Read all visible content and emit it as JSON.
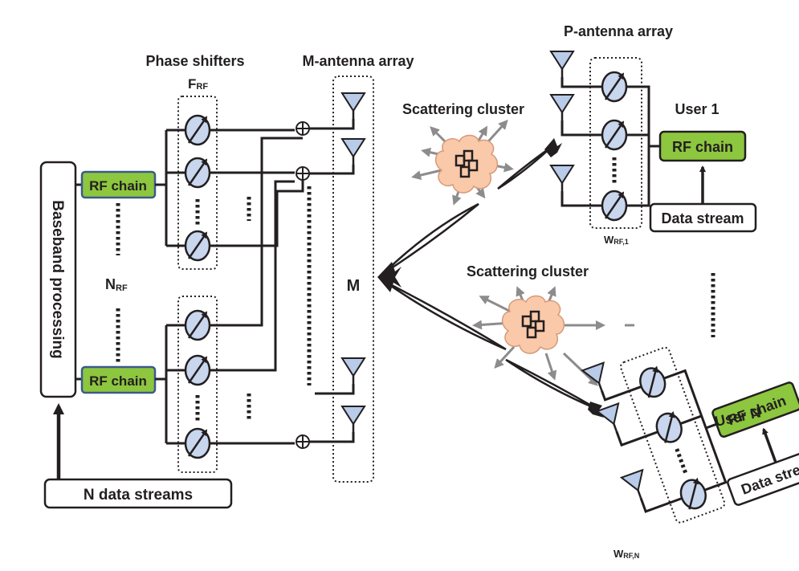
{
  "labels": {
    "phase_shifters": "Phase shifters",
    "f_rf_main": "F",
    "f_rf_sub": "RF",
    "m_antenna_array": "M-antenna array",
    "m": "M",
    "baseband": "Baseband processing",
    "rf_chain": "RF chain",
    "n_rf_main": "N",
    "n_rf_sub": "RF",
    "n_data_streams": "N data streams",
    "scattering_cluster": "Scattering cluster",
    "p_antenna_array": "P-antenna array",
    "user_1": "User 1",
    "user_n": "User N",
    "data_stream": "Data stream",
    "w_rf_1_main": "W",
    "w_rf_1_sub": "RF,1",
    "w_rf_n_main": "W",
    "w_rf_n_sub": "RF,N"
  },
  "colors": {
    "rf_chain_fill": "#8dc63f",
    "phase_shifter_fill": "#c8d6ee",
    "antenna_fill": "#b8cbe8",
    "cluster_fill": "#f9c9a9",
    "ray_gray": "#8c8c8c"
  }
}
